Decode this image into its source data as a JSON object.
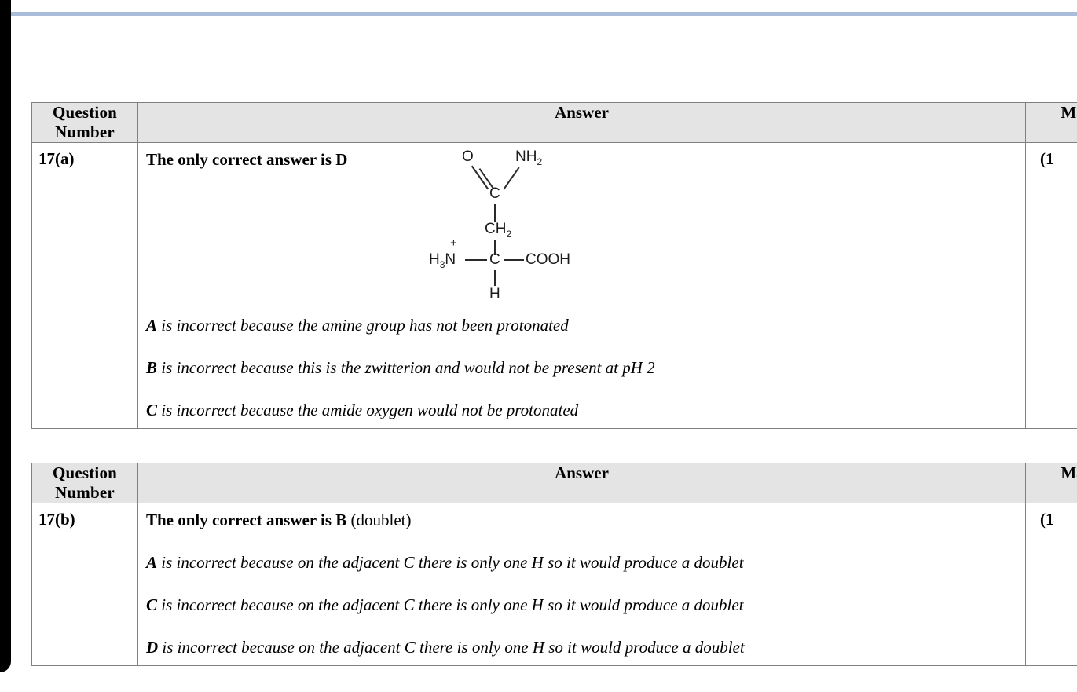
{
  "page": {
    "background": "#ffffff",
    "accent_rule_color": "#a9bdd8",
    "header_fill": "#e4e4e4",
    "border_color": "#808080"
  },
  "tables": [
    {
      "id": "question-17a",
      "headers": {
        "question_number": "Question\nNumber",
        "question_number_line1": "Question",
        "question_number_line2": "Number",
        "answer": "Answer",
        "mark": "Ma"
      },
      "row": {
        "question_number": "17(a)",
        "lead_bold": "The only correct answer is D",
        "lead_plain": "",
        "mark": "(1"
      },
      "distractors": [
        {
          "option": "A",
          "text": " is incorrect because the amine group has not been protonated"
        },
        {
          "option": "B",
          "text": " is incorrect because this is the zwitterion and would not be present at pH 2"
        },
        {
          "option": "C",
          "text": " is incorrect because the amide oxygen would not be protonated"
        }
      ],
      "structure": {
        "name": "protonated-asparagine-skeletal-formula",
        "labels": {
          "carbonyl_oxygen": "O",
          "amide_nitrogen": "NH2",
          "amide_nitrogen_base": "NH",
          "amide_nitrogen_sub": "2",
          "carbonyl_carbon": "C",
          "methylene_base": "CH",
          "methylene_sub": "2",
          "ammonium_base": "H",
          "ammonium_sub": "3",
          "ammonium_tail": "N",
          "ammonium_charge": "+",
          "alpha_carbon": "C",
          "carboxyl": "COOH",
          "alpha_hydrogen": "H"
        }
      }
    },
    {
      "id": "question-17b",
      "headers": {
        "question_number_line1": "Question",
        "question_number_line2": "Number",
        "answer": "Answer",
        "mark": "Ma"
      },
      "row": {
        "question_number": "17(b)",
        "lead_bold": "The only correct answer is B",
        "lead_plain": " (doublet)",
        "mark": "(1"
      },
      "distractors": [
        {
          "option": "A",
          "text": " is incorrect because on the adjacent C there is only one H so it would produce a doublet"
        },
        {
          "option": "C",
          "text": " is incorrect because on the adjacent C there is only one H so it would produce a doublet"
        },
        {
          "option": "D",
          "text": " is incorrect because on the adjacent C there is only one H so it would produce a doublet"
        }
      ]
    }
  ]
}
